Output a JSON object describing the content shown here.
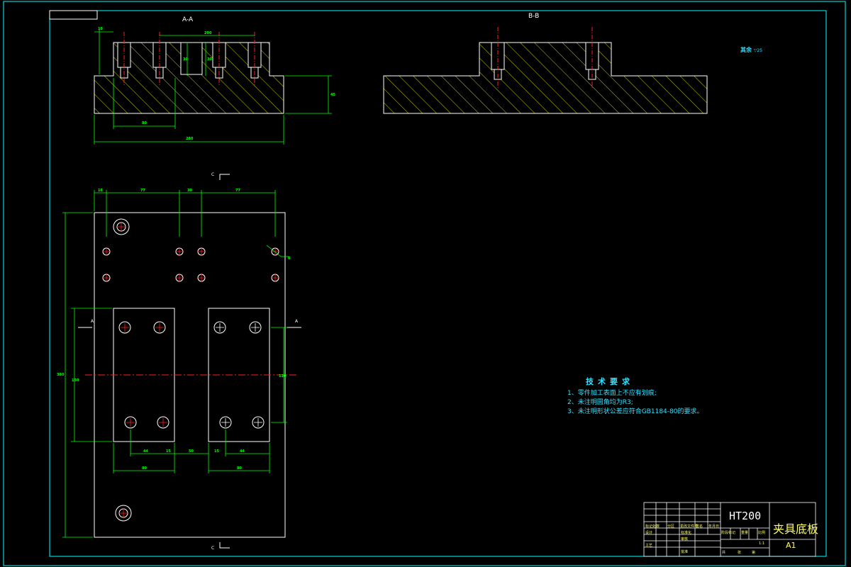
{
  "views": {
    "section_left_label": "A-A",
    "section_right_label": "B-B",
    "cut_top_label": "C",
    "cut_bottom_label": "C",
    "cut_right_label": "A",
    "cut_left_label": "A"
  },
  "roughness": {
    "label": "其余",
    "value": "25"
  },
  "tech_req": {
    "title": "技术要求",
    "items": [
      "1、零件加工表面上不应有划痕;",
      "2、未注明圆角均为R3;",
      "3、未注明形状公差应符合GB1184-80的要求。"
    ]
  },
  "title_block": {
    "material": "HT200",
    "part_name": "夹具底板",
    "sheet_size": "A1",
    "scale": "1:1",
    "cells": {
      "c1": "标记处数",
      "c2": "分区",
      "c3": "更改文件号",
      "c4": "签名",
      "c5": "年月日",
      "design": "设计",
      "std": "标准化",
      "review": "审核",
      "craft": "工艺",
      "approve": "批准",
      "stage": "阶段标记",
      "weight": "重量",
      "ratio": "比例",
      "total": "共",
      "sheets": "张",
      "page": "第"
    }
  },
  "colors": {
    "frame": "#00ffff",
    "outline": "#ffffff",
    "hatch": "#ffff00",
    "dimension": "#00ff00",
    "centerline": "#ff2020",
    "text_cyan": "#33e0ff",
    "title_text": "#ffff66"
  }
}
